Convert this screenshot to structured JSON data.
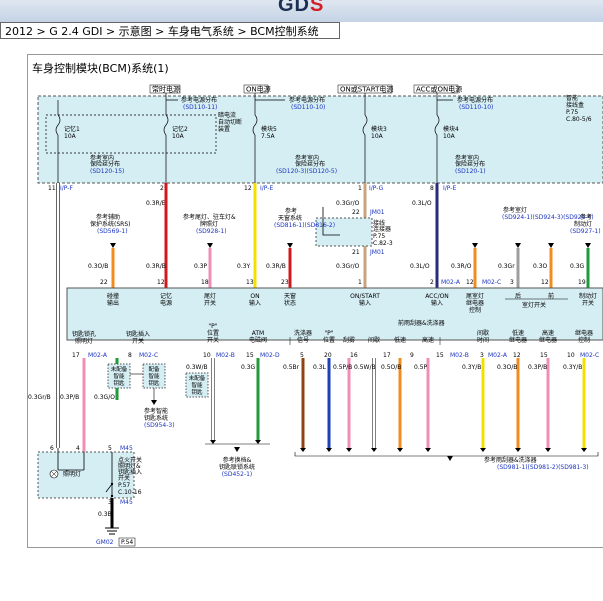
{
  "header": {
    "logo_main": "GD",
    "logo_accent": "S",
    "breadcrumb": "2012 > G 2.4 GDI > 示意图 > 车身电气系统 > BCM控制系统"
  },
  "diagram": {
    "title": "车身控制模块(BCM)系统(1)",
    "top_headers": [
      "常时电源",
      "ON电源",
      "ON或START电源",
      "ACC或ON电源"
    ],
    "power_refs": [
      {
        "text": "参考电源分布",
        "ref": "(SD110-11)"
      },
      {
        "text": "参考电源分布",
        "ref": "(SD110-10)"
      },
      {
        "text": "参考电源分布",
        "ref": "(SD110-10)"
      }
    ],
    "smart_junction": {
      "line1": "智能",
      "line2": "接线盒",
      "ref1": "P.75",
      "ref2": "C.80-5/6"
    },
    "fuses": [
      {
        "name": "记忆1",
        "rating": "10A"
      },
      {
        "name": "记忆2",
        "rating": "10A"
      },
      {
        "name": "模块5",
        "rating": "7.5A"
      },
      {
        "name": "模块3",
        "rating": "10A"
      },
      {
        "name": "模块4",
        "rating": "10A"
      }
    ],
    "fuse_note": [
      "暗电流",
      "自动切断",
      "装置"
    ],
    "ground_refs": [
      {
        "text1": "参考室内",
        "text2": "保险丝分布",
        "ref": "(SD120-15)"
      },
      {
        "text1": "参考室内",
        "text2": "保险丝分布",
        "ref": "(SD120-3)(SD120-5)"
      },
      {
        "text1": "参考室内",
        "text2": "保险丝分布",
        "ref": "(SD120-1)"
      }
    ],
    "top_conns": [
      {
        "pin": "11",
        "conn": "I/P-F"
      },
      {
        "pin": "2",
        "conn": ""
      },
      {
        "pin": "12",
        "conn": "I/P-E"
      },
      {
        "pin": "1",
        "conn": "I/P-G"
      },
      {
        "pin": "8",
        "conn": "I/P-E"
      }
    ],
    "wires_top": [
      "0.3R/B",
      "0.3Gr/O",
      "0.3L/O"
    ],
    "jm01": {
      "label": "JM01",
      "pin": "22",
      "pin2": "21",
      "note": [
        "接线",
        "连接器"
      ],
      "ref1": "P.75",
      "ref2": "C.82-3"
    },
    "mid_refs": [
      {
        "l1": "参考辅助",
        "l2": "保护系统(SRS)",
        "ref": "(SD569-1)"
      },
      {
        "l1": "参考尾灯、驻车灯&",
        "l2": "牌照灯",
        "ref": "(SD928-1)"
      },
      {
        "l1": "参考",
        "l2": "天窗系统",
        "ref": "(SD816-1)(SD816-2)"
      },
      {
        "l1": "参考室灯",
        "l2": "",
        "ref": "(SD924-1)(SD924-3)(SD924-4)"
      },
      {
        "l1": "参考",
        "l2": "制动灯",
        "ref": "(SD927-1)"
      }
    ],
    "bcm_pins_top": [
      {
        "pin": "22",
        "wire": "0.3O/B"
      },
      {
        "pin": "12",
        "wire": "0.3R/B"
      },
      {
        "pin": "18",
        "wire": "0.3P"
      },
      {
        "pin": "13",
        "wire": "0.3Y"
      },
      {
        "pin": "23",
        "wire": "0.3R/B"
      },
      {
        "pin": "1",
        "wire": "0.3Gr/O"
      },
      {
        "pin": "2",
        "wire": "0.3L/O"
      },
      {
        "pin": "12",
        "wire": "0.3R/O"
      },
      {
        "pin": "3",
        "wire": "0.3Gr"
      },
      {
        "pin": "12",
        "wire": "0.3O"
      },
      {
        "pin": "19",
        "wire": "0.3G"
      }
    ],
    "m02c_label": "M02-C",
    "m02a_label": "M02-A",
    "bcm_labels_top": [
      [
        "碰撞",
        "输出"
      ],
      [
        "记忆",
        "电源"
      ],
      [
        "尾灯",
        "开关"
      ],
      [
        "ON",
        "输入"
      ],
      [
        "天窗",
        "状态"
      ],
      [
        "ON/START",
        "输入"
      ],
      [
        "ACC/ON",
        "输入"
      ],
      [
        "尾室灯",
        "继电器",
        "控制"
      ],
      [
        "后"
      ],
      [
        "前"
      ],
      [
        "制动灯",
        "开关"
      ]
    ],
    "room_lamp_switch": "室灯开关",
    "bcm_labels_bottom": [
      [
        "钥匙锁孔",
        "照明灯"
      ],
      [
        "钥匙插入",
        "开关"
      ],
      [
        "\"P\"",
        "位置",
        "开关"
      ],
      [
        "ATM",
        "电磁阀"
      ],
      [
        "洗涤器",
        "信号"
      ],
      [
        "\"P\"",
        "位置"
      ],
      [
        "刮雾"
      ],
      [
        "间歇"
      ],
      [
        "低速"
      ],
      [
        "高速"
      ],
      [
        "间歇",
        "时间"
      ],
      [
        "低速",
        "继电器"
      ],
      [
        "高速",
        "继电器"
      ],
      [
        "继电器",
        "控制"
      ]
    ],
    "front_wiper_label": "前雨刮器&洗涤器",
    "bcm_pins_bottom": [
      {
        "pin": "17",
        "conn": "M02-A",
        "wire": "0.3P/B"
      },
      {
        "pin": "8",
        "conn": "M02-C",
        "wire": "0.3G/O"
      },
      {
        "pin": "10",
        "conn": "M02-B",
        "wire": "0.3W/B"
      },
      {
        "pin": "15",
        "conn": "M02-D",
        "wire": "0.3G"
      },
      {
        "pin": "5",
        "conn": "",
        "wire": "0.5Br"
      },
      {
        "pin": "20",
        "conn": "",
        "wire": "0.3L"
      },
      {
        "pin": "16",
        "conn": "",
        "wire": "0.5P/B"
      },
      {
        "pin": "17",
        "conn": "",
        "wire": "0.5W/B"
      },
      {
        "pin": "9",
        "conn": "",
        "wire": "0.5O/B"
      },
      {
        "pin": "15",
        "conn": "M02-B",
        "wire": "0.5P"
      },
      {
        "pin": "3",
        "conn": "M02-A",
        "wire": "0.3Y/B"
      },
      {
        "pin": "12",
        "conn": "",
        "wire": "0.3O/B"
      },
      {
        "pin": "15",
        "conn": "",
        "wire": "0.3P/B"
      },
      {
        "pin": "10",
        "conn": "M02-C",
        "wire": "0.3Y/B"
      }
    ],
    "unequipped_key": [
      "未配备",
      "智能",
      "钥匙"
    ],
    "equipped_key": [
      "配备",
      "智能",
      "钥匙"
    ],
    "unequipped_key2": [
      "未配备",
      "智能",
      "钥匙"
    ],
    "smart_key_ref": {
      "l1": "参考智能",
      "l2": "钥匙系统",
      "ref": "(SD954-3)"
    },
    "shift_ref": {
      "l1": "参考换档&",
      "l2": "钥匙联锁系统",
      "ref": "(SD452-1)"
    },
    "wiper_ref": {
      "l1": "参考雨刮器&洗涤器",
      "ref": "(SD981-1)(SD981-2)(SD981-3)"
    },
    "left_wire": "0.3Gr/B",
    "m45": {
      "conn": "M45",
      "pins": [
        "6",
        "4",
        "5",
        "3"
      ],
      "label": [
        "点火开关",
        "照明灯&",
        "钥匙插入",
        "开关"
      ],
      "ref1": "P.57",
      "ref2": "C.10-16",
      "lamp": "照明灯"
    },
    "ground": {
      "wire": "0.3B",
      "conn": "M45",
      "gnd": "GM02",
      "ref": "P.54"
    }
  }
}
